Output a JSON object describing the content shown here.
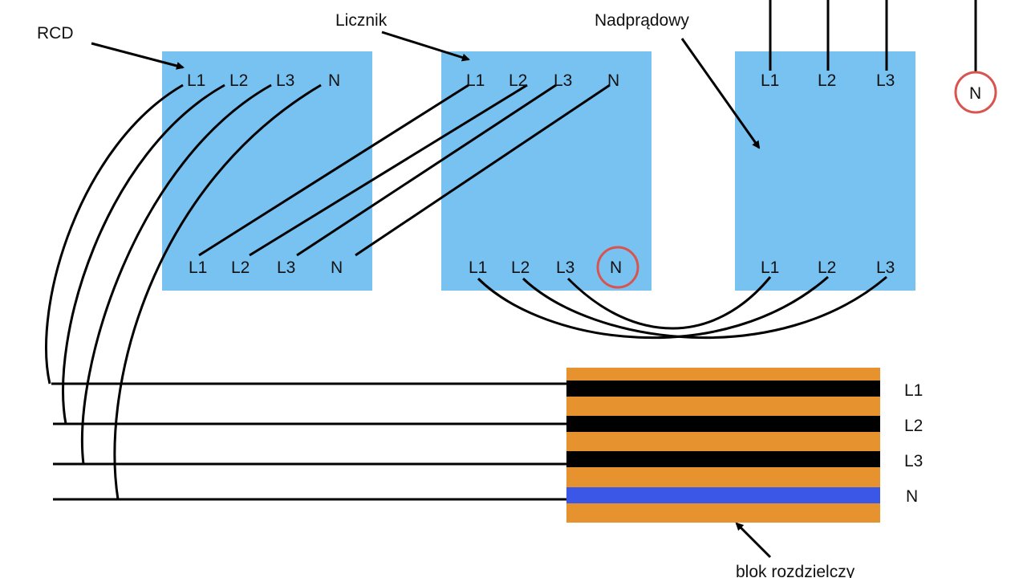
{
  "colors": {
    "device": "#78c2f2",
    "block": "#e6922e",
    "bar": "#000000",
    "neutral_bar": "#3a57e8",
    "neutral_wire": "#4b63d8",
    "ring": "#d9534f",
    "wire": "#000000"
  },
  "labels": {
    "rcd": "RCD",
    "licznik": "Licznik",
    "nadpradowy": "Nadprądowy",
    "blok": "blok rozdzielczy"
  },
  "rcd": {
    "top": [
      "L1",
      "L2",
      "L3",
      "N"
    ],
    "bottom": [
      "L1",
      "L2",
      "L3",
      "N"
    ]
  },
  "meter": {
    "top": [
      "L1",
      "L2",
      "L3",
      "N"
    ],
    "bottom": [
      "L1",
      "L2",
      "L3",
      "N"
    ]
  },
  "breaker": {
    "top": [
      "L1",
      "L2",
      "L3"
    ],
    "bottom": [
      "L1",
      "L2",
      "L3"
    ],
    "neutral": "N"
  },
  "busbar": {
    "rails": [
      "L1",
      "L2",
      "L3",
      "N"
    ]
  }
}
